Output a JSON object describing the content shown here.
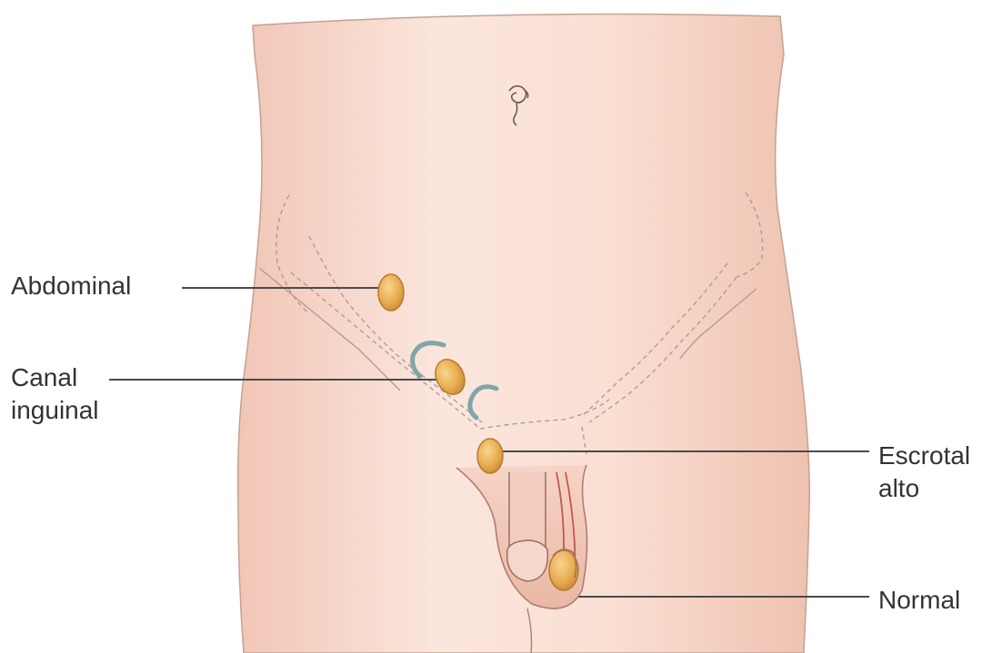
{
  "labels": {
    "abdominal": "Abdominal",
    "canal_line1": "Canal",
    "canal_line2": "inguinal",
    "escrotal_line1": "Escrotal",
    "escrotal_line2": "alto",
    "normal": "Normal"
  },
  "colors": {
    "skin": "#f7d9cc",
    "skin_shadow": "#ecbfae",
    "outline": "#b08a7e",
    "testis": "#e7a94a",
    "testis_highlight": "#f7d590",
    "ring": "#7fa6aa",
    "leader_line": "#4a4a4a",
    "text": "#333333"
  }
}
